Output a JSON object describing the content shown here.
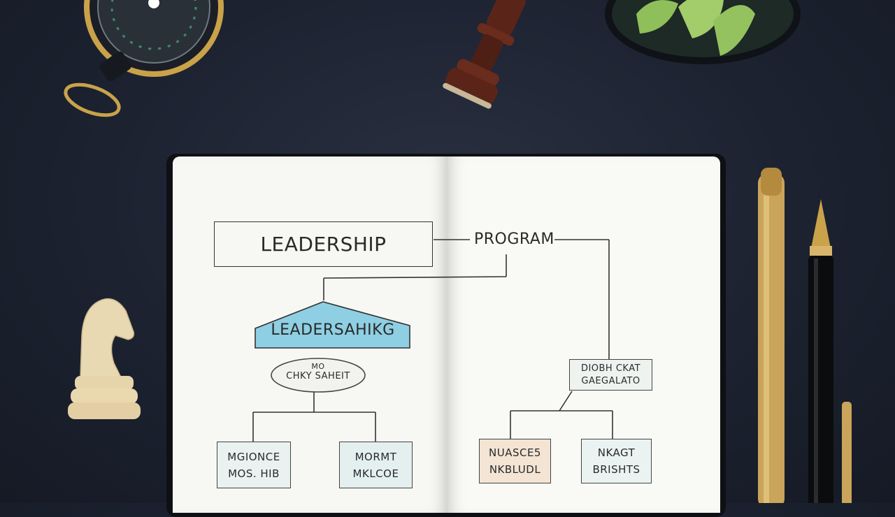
{
  "diagram": {
    "title_box": "LEADERSHIP",
    "program_label": "PROGRAM",
    "roof_label": "LEADERSAHIKG",
    "oval_line1": "MO",
    "oval_line2": "CHKY SAHEIT",
    "right_box_line1": "DIOBH CKAT",
    "right_box_line2": "GAEGALATO",
    "left_box1_line1": "MGIONCE",
    "left_box1_line2": "MOS. HIB",
    "left_box2_line1": "MORMT",
    "left_box2_line2": "MKLCOE",
    "right_box3_line1": "NUASCE5",
    "right_box3_line2": "NKBLUDL",
    "right_box4_line1": "NKAGT",
    "right_box4_line2": "BRISHTS"
  },
  "colors": {
    "background": "#1c2230",
    "paper": "#f7f7f4",
    "roof_fill": "#8ecfe3",
    "box_fill_light": "#e9f2f1",
    "box_fill_peach": "#f3e4d4"
  },
  "icons": [
    "compass-icon",
    "chess-rook-icon",
    "plant-icon",
    "chess-knight-icon",
    "gold-pen-icon",
    "fountain-pen-icon"
  ]
}
